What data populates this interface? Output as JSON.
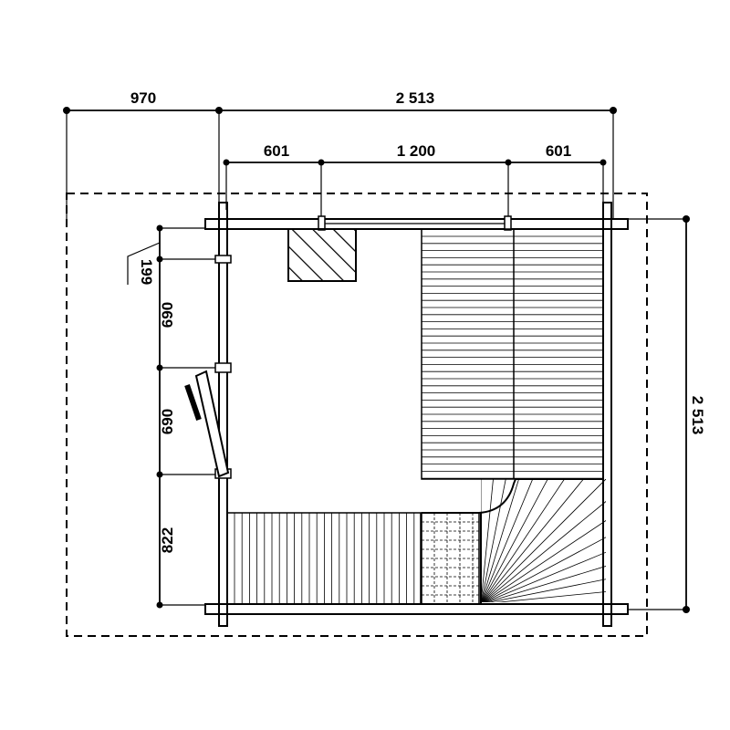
{
  "dimensions": {
    "top_left": "970",
    "top_total": "2 513",
    "inner_left": "601",
    "inner_middle": "1 200",
    "inner_right": "601",
    "right_total": "2 513",
    "left_small": "199",
    "left_upper": "690",
    "left_middle": "690",
    "left_lower": "822"
  },
  "colors": {
    "line": "#000000",
    "background": "#ffffff"
  }
}
